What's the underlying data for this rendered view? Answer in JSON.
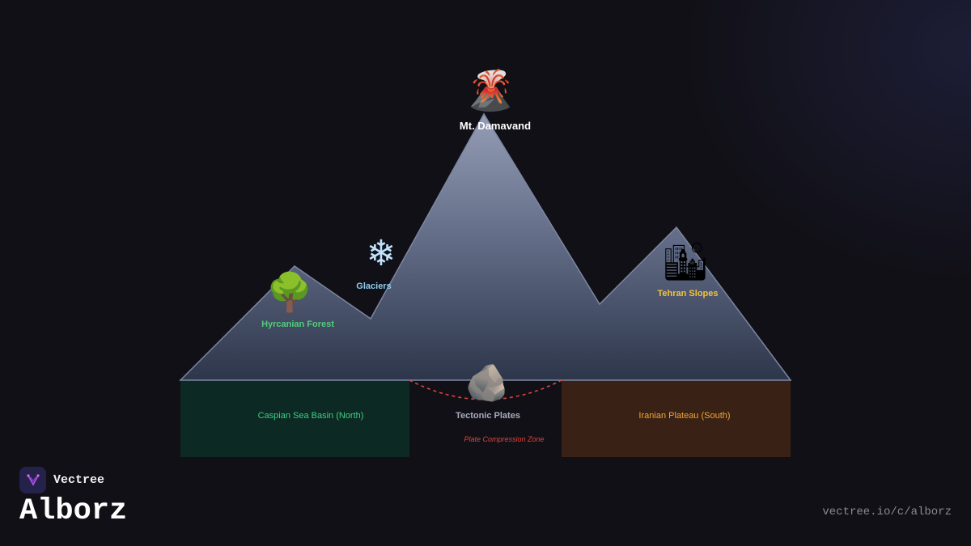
{
  "brand": {
    "name": "Vectree"
  },
  "page_title": "Alborz",
  "footer_url": "vectree.io/c/alborz",
  "diagram": {
    "peak": {
      "label": "Mt. Damavand",
      "icon": "volcano-icon"
    },
    "glaciers": {
      "label": "Glaciers",
      "icon": "snowflake-icon",
      "color": "#8ecbf0"
    },
    "forest": {
      "label": "Hyrcanian Forest",
      "icon": "deciduous-tree-icon",
      "color": "#4fd07a"
    },
    "tehran": {
      "label": "Tehran Slopes",
      "icon": "cityscape-icon",
      "color": "#f2c33d"
    },
    "tectonic": {
      "label": "Tectonic Plates",
      "icon": "rock-icon",
      "color": "#a6abc2"
    },
    "zone": {
      "label": "Plate Compression Zone",
      "color": "#e0453b"
    },
    "north_region": {
      "label": "Caspian Sea Basin (North)",
      "color": "#3fcf85",
      "fill": "#0d2a24"
    },
    "south_region": {
      "label": "Iranian Plateau (South)",
      "color": "#f0a830",
      "fill": "#3a2014"
    }
  },
  "colors": {
    "background": "#111016",
    "mountain_top": "#8a93ad",
    "mountain_bottom": "#2e374c"
  }
}
